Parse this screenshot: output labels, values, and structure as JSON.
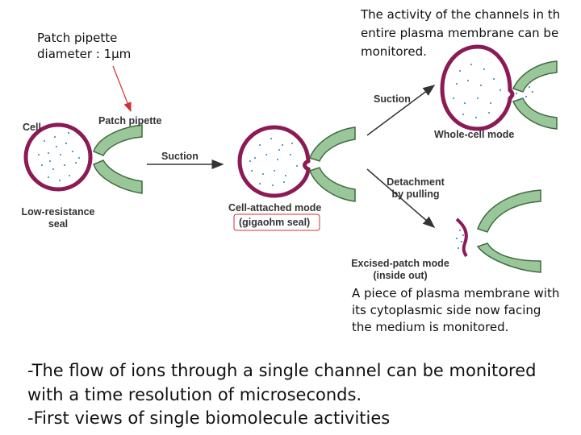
{
  "annotations": {
    "pipette_diameter_line1": "Patch pipette",
    "pipette_diameter_line2": "diameter : 1μm",
    "whole_cell_note_line1": "The activity of the channels in th",
    "whole_cell_note_line2": "entire plasma membrane can be",
    "whole_cell_note_line3": "monitored.",
    "excised_note_line1": "A piece of plasma membrane with",
    "excised_note_line2": "its cytoplasmic side now facing",
    "excised_note_line3": "the medium is monitored."
  },
  "diagram": {
    "cell_label": "Cell",
    "pipette_label": "Patch pipette",
    "low_resistance_line1": "Low-resistance",
    "low_resistance_line2": "seal",
    "suction_label_1": "Suction",
    "cell_attached_label": "Cell-attached mode",
    "gigaohm_label": "(gigaohm seal)",
    "suction_label_2": "Suction",
    "whole_cell_label": "Whole-cell mode",
    "detachment_line1": "Detachment",
    "detachment_line2": "by pulling",
    "excised_label_line1": "Excised-patch mode",
    "excised_label_line2": "(inside out)"
  },
  "summary": {
    "line1": "-The flow of ions through a single channel can be monitored",
    "line2": "with a time resolution of microseconds.",
    "line3": "-First views of single biomolecule activities"
  },
  "colors": {
    "membrane": "#8b1a55",
    "pipette": "#9ac79a",
    "pipette_edge": "#3f6b3f",
    "dots": "#2a7fb3",
    "annotation_arrow": "#d03030"
  }
}
